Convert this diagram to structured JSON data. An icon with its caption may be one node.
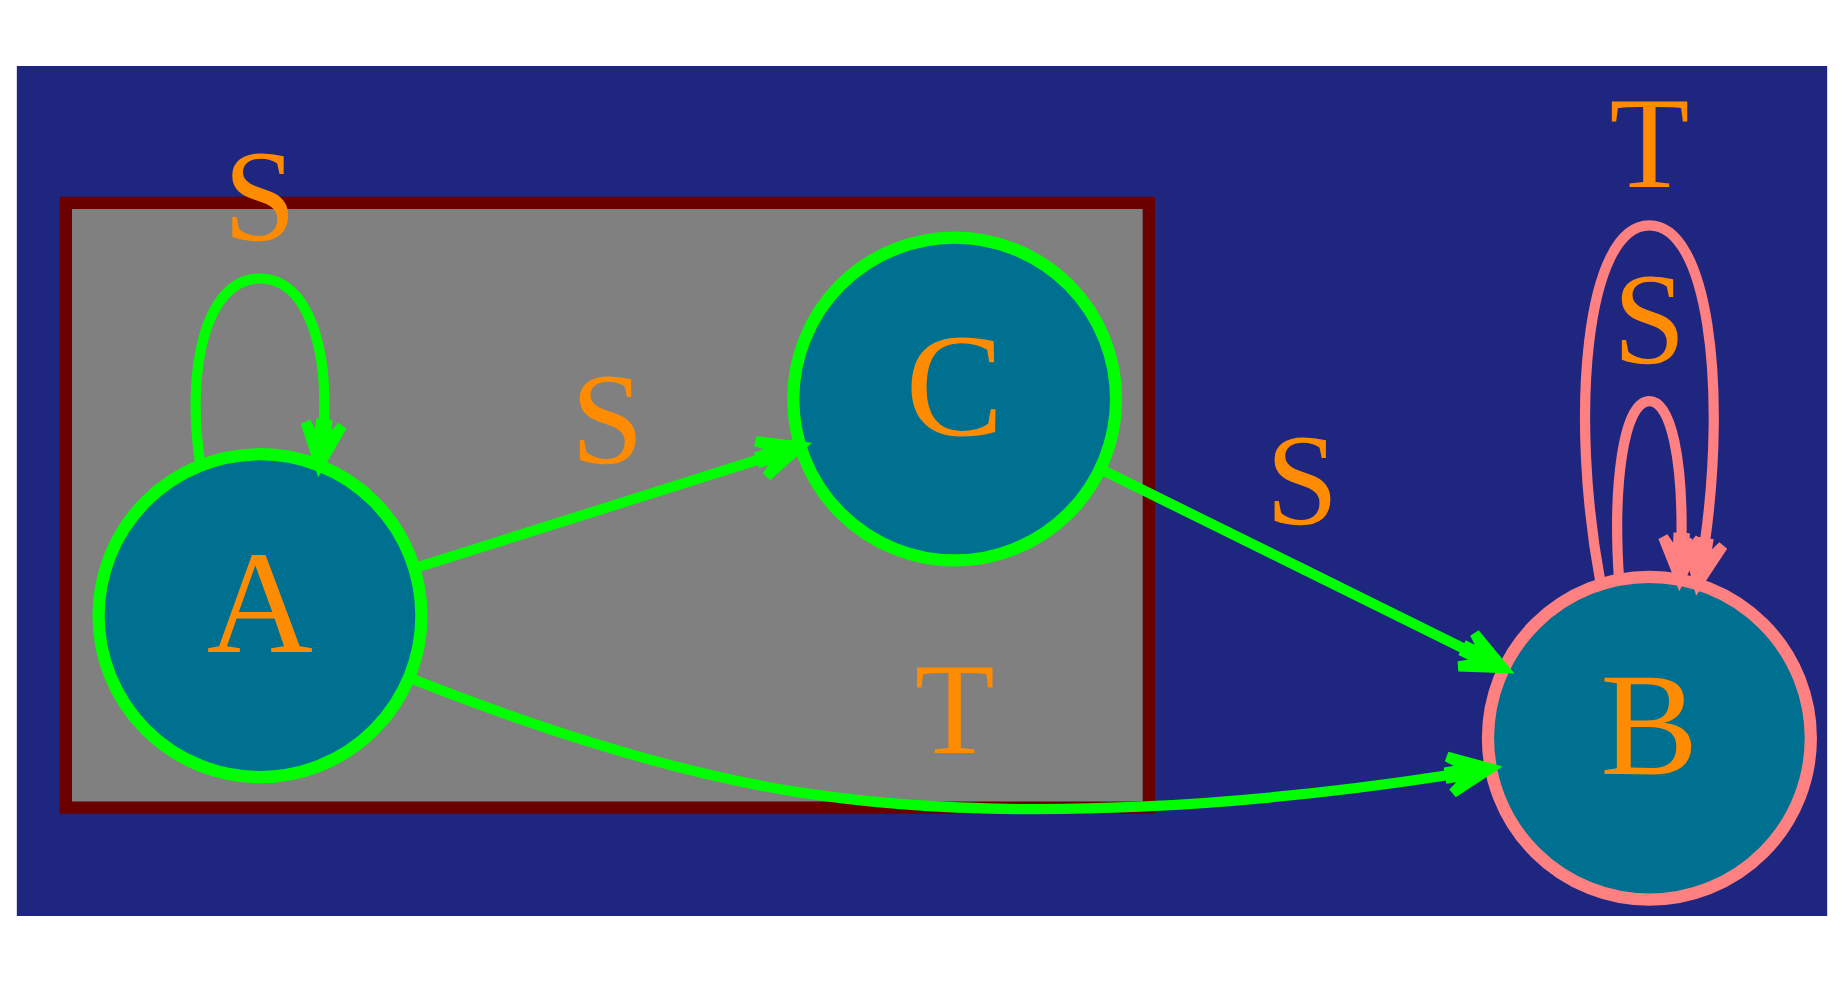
{
  "diagram": {
    "nodes": [
      {
        "text": [],
        "shape": "box"
      },
      {
        "text": [
          "A"
        ],
        "in": 0
      },
      {
        "text": [
          "C"
        ],
        "in": 0
      },
      {
        "text": [
          "B"
        ]
      }
    ],
    "edges": [
      {
        "from": 1,
        "to": 1,
        "arrow": "to",
        "label": "S"
      },
      {
        "from": 1,
        "to": 3,
        "arrow": "to",
        "label": "T"
      },
      {
        "from": 1,
        "to": 2,
        "arrow": "to",
        "label": "S"
      },
      {
        "from": 2,
        "to": 3,
        "arrow": "to",
        "label": "S"
      },
      {
        "from": 3,
        "to": 3,
        "arrow": "to",
        "label": "S",
        "color": "#ff8080"
      },
      {
        "from": 3,
        "to": 3,
        "arrow": "to",
        "label": "T",
        "color": "#ff8080"
      }
    ]
  }
}
